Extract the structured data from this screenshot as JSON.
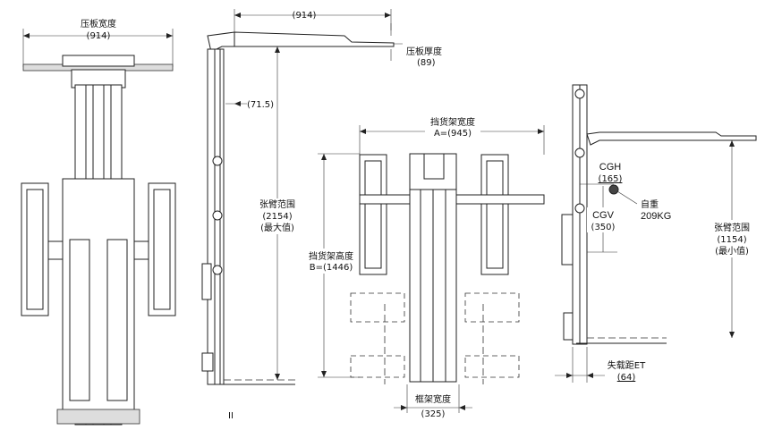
{
  "view1": {
    "platen_width_label": "压板宽度",
    "platen_width_value": "(914)"
  },
  "view2": {
    "top_width_value": "(914)",
    "platen_thickness_label": "压板厚度",
    "platen_thickness_value": "(89)",
    "offset_value": "(71.5)",
    "arm_range_label": "张臂范围",
    "arm_range_value": "(2154)",
    "arm_range_note": "(最大值)",
    "footnote": "II"
  },
  "view3": {
    "backrest_width_label": "挡货架宽度",
    "backrest_width_value": "A=(945)",
    "backrest_height_label": "挡货架高度",
    "backrest_height_value": "B=(1446)",
    "frame_width_label": "框架宽度",
    "frame_width_value": "(325)"
  },
  "view4": {
    "cgh_label": "CGH",
    "cgh_value": "(165)",
    "cgv_label": "CGV",
    "cgv_value": "(350)",
    "weight_label": "自重",
    "weight_value": "209KG",
    "arm_range_label": "张臂范围",
    "arm_range_value": "(1154)",
    "arm_range_note": "(最小值)",
    "et_label": "失载距ET",
    "et_value": "(64)"
  }
}
